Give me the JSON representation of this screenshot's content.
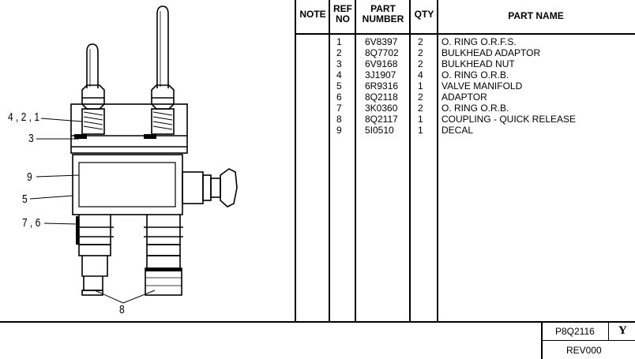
{
  "callouts": {
    "c1": "4 , 2 , 1",
    "c2": "3",
    "c3": "9",
    "c4": "5",
    "c5": "7 , 6",
    "c6": "8"
  },
  "table": {
    "headers": {
      "note": "NOTE",
      "ref_line1": "REF",
      "ref_line2": "NO",
      "part_line1": "PART",
      "part_line2": "NUMBER",
      "qty": "QTY",
      "name": "PART NAME"
    },
    "rows": [
      {
        "ref": "1",
        "part": "6V8397",
        "qty": "2",
        "name": "O. RING O.R.F.S."
      },
      {
        "ref": "2",
        "part": "8Q7702",
        "qty": "2",
        "name": "BULKHEAD ADAPTOR"
      },
      {
        "ref": "3",
        "part": "6V9168",
        "qty": "2",
        "name": "BULKHEAD NUT"
      },
      {
        "ref": "4",
        "part": "3J1907",
        "qty": "4",
        "name": "O. RING O.R.B."
      },
      {
        "ref": "5",
        "part": "6R9316",
        "qty": "1",
        "name": "VALVE MANIFOLD"
      },
      {
        "ref": "6",
        "part": "8Q2118",
        "qty": "2",
        "name": "ADAPTOR"
      },
      {
        "ref": "7",
        "part": "3K0360",
        "qty": "2",
        "name": "O. RING O.R.B."
      },
      {
        "ref": "8",
        "part": "8Q2117",
        "qty": "1",
        "name": "COUPLING - QUICK RELEASE"
      },
      {
        "ref": "9",
        "part": "5I0510",
        "qty": "1",
        "name": "DECAL"
      }
    ]
  },
  "footer": {
    "part_number": "P8Q2116",
    "revision_letter": "Y",
    "revision": "REV000"
  }
}
